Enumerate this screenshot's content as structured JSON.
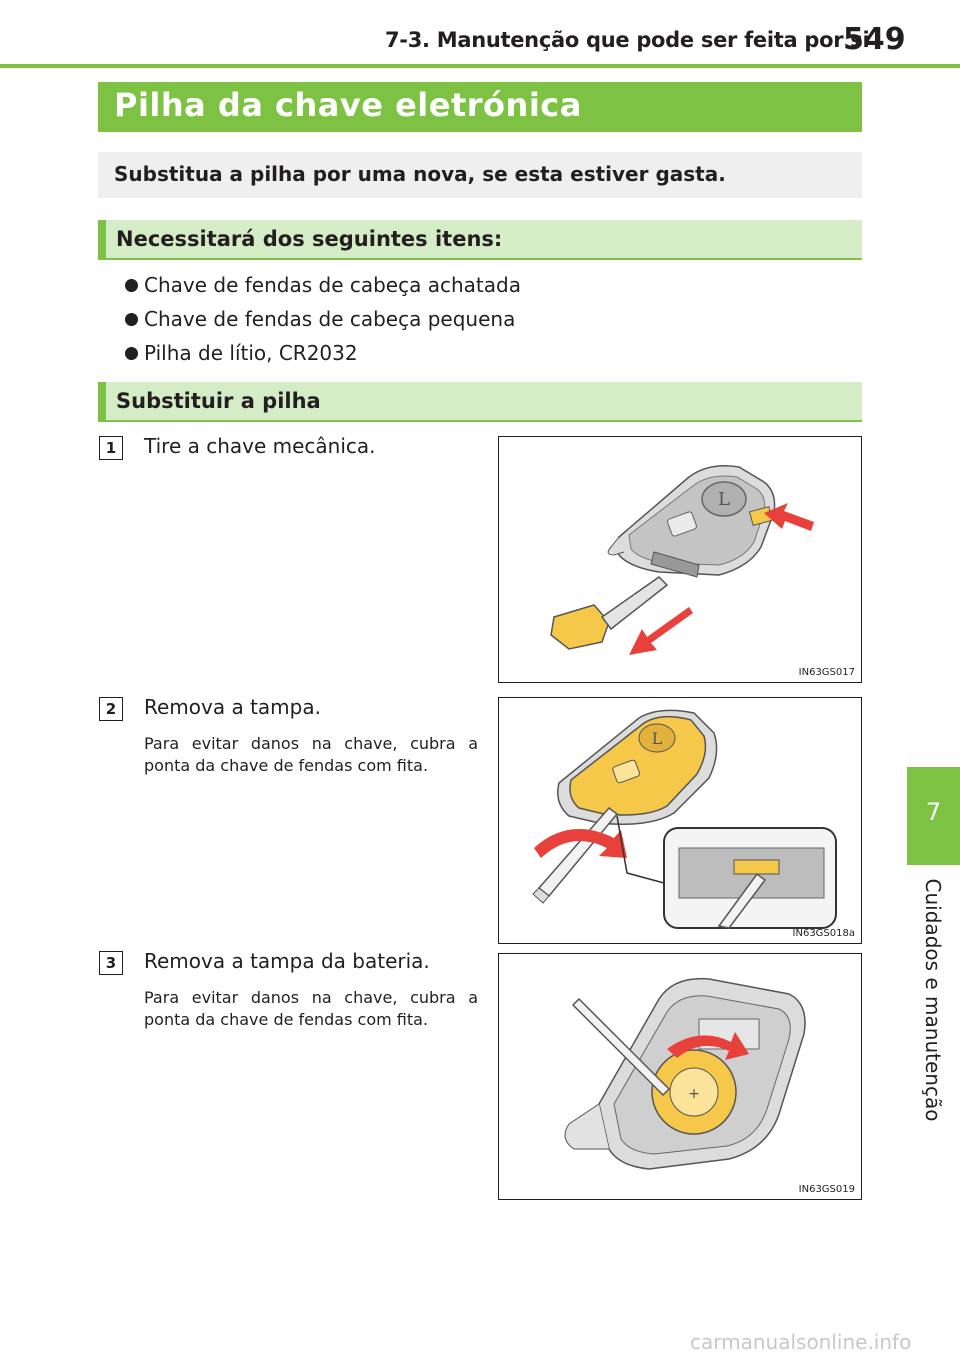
{
  "header": {
    "section": "7-3. Manutenção que pode ser feita por si",
    "page_number": "549"
  },
  "side_tab": {
    "number": "7",
    "label": "Cuidados e manutenção"
  },
  "title": "Pilha da chave eletrónica",
  "intro": "Substitua a pilha por uma nova, se esta estiver gasta.",
  "items_section": {
    "heading": "Necessitará dos seguintes itens:",
    "items": [
      "Chave de fendas de cabeça achatada",
      "Chave de fendas de cabeça pequena",
      "Pilha de lítio, CR2032"
    ]
  },
  "replace_section": {
    "heading": "Substituir a pilha",
    "steps": [
      {
        "number": "1",
        "text": "Tire a chave mecânica.",
        "note": "",
        "figure_code": "IN63GS017"
      },
      {
        "number": "2",
        "text": "Remova a tampa.",
        "note": "Para evitar danos na chave, cubra a ponta da chave de fendas com fita.",
        "figure_code": "IN63GS018a"
      },
      {
        "number": "3",
        "text": "Remova a tampa da bateria.",
        "note": "Para evitar danos na chave, cubra a ponta da chave de fendas com fita.",
        "figure_code": "IN63GS019"
      }
    ]
  },
  "footer": "carmanualsonline.info",
  "colors": {
    "accent_green": "#7dc242",
    "light_green": "#d4edc6",
    "intro_gray": "#eeefee",
    "arrow_red": "#e8413b",
    "key_yellow": "#f5c84a"
  }
}
